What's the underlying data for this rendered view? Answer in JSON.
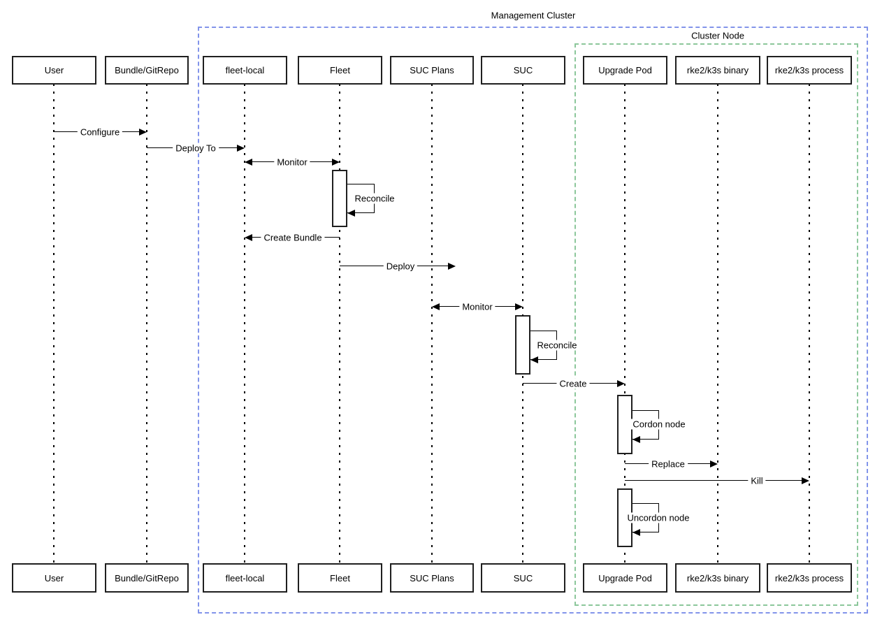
{
  "diagram": {
    "type": "uml-sequence-diagram",
    "background": "#ffffff"
  },
  "frames": {
    "management_cluster": {
      "label": "Management Cluster",
      "border_color": "#8294ea",
      "border_style": "dashed"
    },
    "cluster_node": {
      "label": "Cluster Node",
      "border_color": "#8cc79b",
      "border_style": "dashed"
    }
  },
  "participants": [
    {
      "id": "user",
      "label": "User"
    },
    {
      "id": "bundle-gitrepo",
      "label": "Bundle/GitRepo"
    },
    {
      "id": "fleet-local",
      "label": "fleet-local"
    },
    {
      "id": "fleet",
      "label": "Fleet"
    },
    {
      "id": "suc-plans",
      "label": "SUC Plans"
    },
    {
      "id": "suc",
      "label": "SUC"
    },
    {
      "id": "upgrade-pod",
      "label": "Upgrade Pod"
    },
    {
      "id": "rke2-k3s-binary",
      "label": "rke2/k3s binary"
    },
    {
      "id": "rke2-k3s-process",
      "label": "rke2/k3s process"
    }
  ],
  "messages": [
    {
      "label": "Configure",
      "from": "User",
      "to": "Bundle/GitRepo",
      "type": "arrow"
    },
    {
      "label": "Deploy To",
      "from": "Bundle/GitRepo",
      "to": "fleet-local",
      "type": "arrow"
    },
    {
      "label": "Monitor",
      "from": "fleet-local",
      "to": "Fleet",
      "type": "bidirectional"
    },
    {
      "label": "Reconcile",
      "from": "Fleet",
      "to": "Fleet",
      "type": "self"
    },
    {
      "label": "Create Bundle",
      "from": "Fleet",
      "to": "fleet-local",
      "type": "arrow"
    },
    {
      "label": "Deploy",
      "from": "Fleet",
      "to": "SUC Plans",
      "type": "arrow"
    },
    {
      "label": "Monitor",
      "from": "SUC Plans",
      "to": "SUC",
      "type": "bidirectional"
    },
    {
      "label": "Reconcile",
      "from": "SUC",
      "to": "SUC",
      "type": "self"
    },
    {
      "label": "Create",
      "from": "SUC",
      "to": "Upgrade Pod",
      "type": "arrow"
    },
    {
      "label": "Cordon node",
      "from": "Upgrade Pod",
      "to": "Upgrade Pod",
      "type": "self"
    },
    {
      "label": "Replace",
      "from": "Upgrade Pod",
      "to": "rke2/k3s binary",
      "type": "arrow"
    },
    {
      "label": "Kill",
      "from": "Upgrade Pod",
      "to": "rke2/k3s process",
      "type": "arrow"
    },
    {
      "label": "Uncordon node",
      "from": "Upgrade Pod",
      "to": "Upgrade Pod",
      "type": "self"
    }
  ],
  "colors": {
    "line": "#000000",
    "box_border": "#1f1f1f",
    "frame_blue": "#8294ea",
    "frame_green": "#8cc79b",
    "background": "#ffffff"
  }
}
